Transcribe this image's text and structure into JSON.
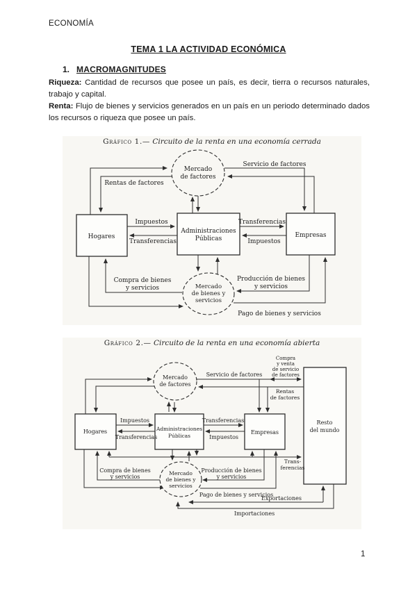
{
  "document": {
    "header": "ECONOMÍA",
    "title": "TEMA 1 LA ACTIVIDAD ECONÓMICA",
    "section": {
      "number": "1.",
      "title": "MACROMAGNITUDES"
    },
    "paragraphs": [
      {
        "term": "Riqueza:",
        "text": "Cantidad de recursos que posee un país, es decir, tierra o recursos naturales, trabajo y capital."
      },
      {
        "term": "Renta:",
        "text": "Flujo de bienes y servicios generados en un país en un periodo determinado dados los recursos o riqueza que posee un país."
      }
    ],
    "page_number": "1"
  },
  "fig1": {
    "caption": {
      "label": "Gráfico 1.—",
      "text": "Circuito de la renta en una economía cerrada"
    },
    "nodes": {
      "mercado_factores": [
        "Mercado",
        "de factores"
      ],
      "hogares": "Hogares",
      "administraciones": [
        "Administraciones",
        "Públicas"
      ],
      "empresas": "Empresas",
      "mercado_bienes": [
        "Mercado",
        "de bienes y",
        "servicios"
      ]
    },
    "flows": {
      "servicio_factores": "Servicio de factores",
      "rentas_factores": "Rentas de factores",
      "impuestos_hogares": "Impuestos",
      "transferencias_hogares": "Transferencias",
      "transferencias_empresas": "Transferencias",
      "impuestos_empresas": "Impuestos",
      "compra_bienes": [
        "Compra de bienes",
        "y servicios"
      ],
      "produccion_bienes": [
        "Producción de bienes",
        "y servicios"
      ],
      "pago_bienes": "Pago de bienes y servicios"
    }
  },
  "fig2": {
    "caption": {
      "label": "Gráfico 2.—",
      "text": "Circuito de la renta en una economía abierta"
    },
    "nodes": {
      "mercado_factores": [
        "Mercado",
        "de factores"
      ],
      "hogares": "Hogares",
      "administraciones": [
        "Administraciones",
        "Públicas"
      ],
      "empresas": "Empresas",
      "resto_mundo": [
        "Resto",
        "del mundo"
      ],
      "mercado_bienes": [
        "Mercado",
        "de bienes y",
        "servicios"
      ]
    },
    "flows": {
      "servicio_factores": "Servicio de factores",
      "compra_venta_servicio": [
        "Compra",
        "y venta",
        "de servicio",
        "de factores"
      ],
      "rentas_factores_resto": [
        "Rentas",
        "de factores"
      ],
      "rentas_factores": "Rentas de factores",
      "impuestos_hogares": "Impuestos",
      "transferencias_hogares": "Transferencias",
      "transferencias_empresas": "Transferencias",
      "impuestos_empresas": "Impuestos",
      "transferencias_resto": [
        "Trans-",
        "ferencias"
      ],
      "compra_bienes": [
        "Compra de bienes",
        "y servicios"
      ],
      "produccion_bienes": [
        "Producción de bienes",
        "y servicios"
      ],
      "pago_bienes": "Pago de bienes y servicios",
      "exportaciones": "Exportaciones",
      "importaciones": "Importaciones"
    }
  }
}
